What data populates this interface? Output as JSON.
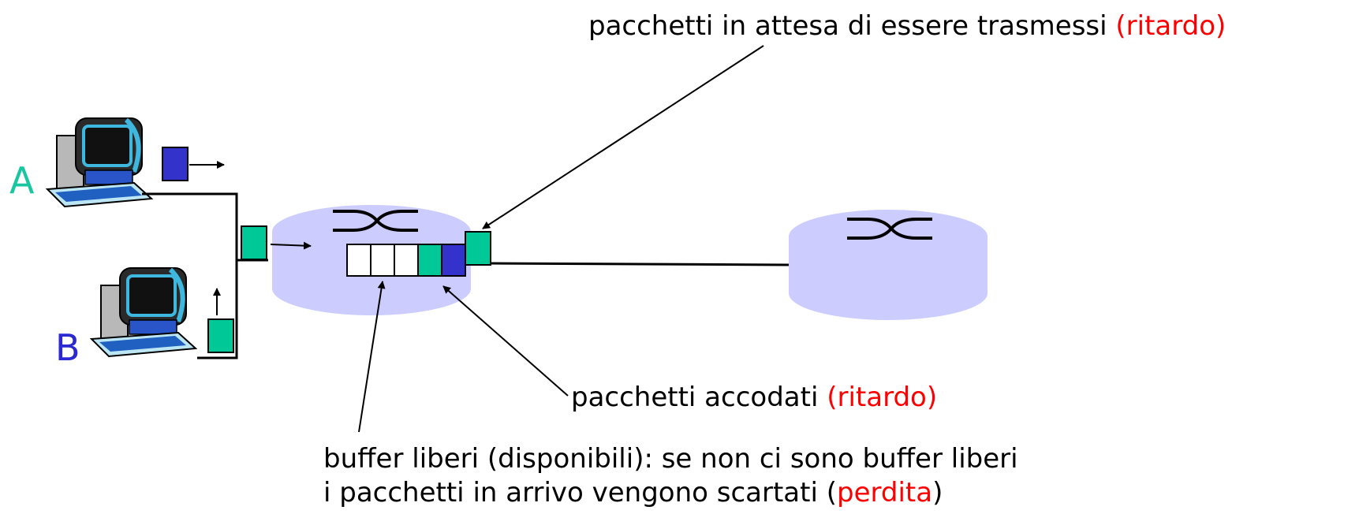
{
  "hosts": {
    "a": {
      "label": "A",
      "color": "#18c6a0"
    },
    "b": {
      "label": "B",
      "color": "#2a2ad0"
    }
  },
  "annotations": {
    "transmit": {
      "text": "pacchetti in attesa di essere trasmessi",
      "highlight": "(ritardo)"
    },
    "queued": {
      "text": "pacchetti accodati",
      "highlight": "(ritardo)"
    },
    "free_buffers": {
      "line1": "buffer liberi (disponibili): se non ci sono buffer liberi",
      "line2_text": "i pacchetti in arrivo vengono scartati (",
      "line2_highlight": "perdita",
      "line2_end": ")"
    }
  },
  "colors": {
    "router_fill": "#ccccff",
    "packet_green": "#00c896",
    "packet_blue": "#3333cc",
    "highlight_red": "#ff0000"
  }
}
